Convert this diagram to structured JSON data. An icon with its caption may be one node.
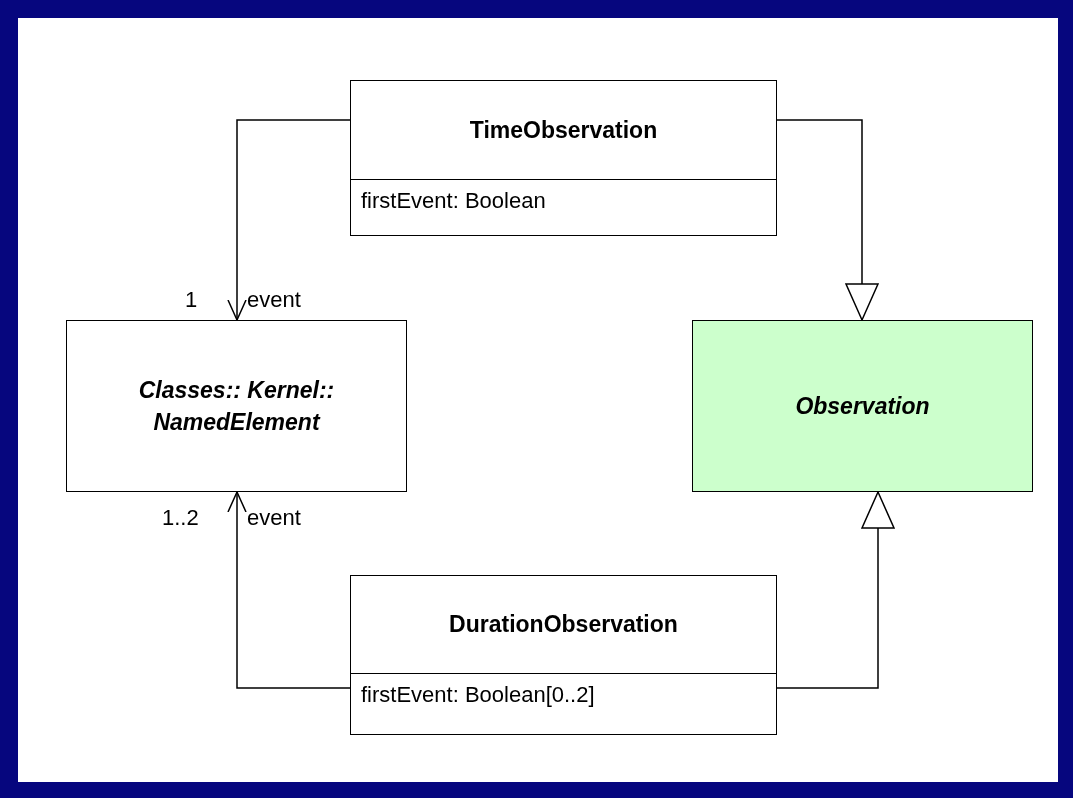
{
  "diagram": {
    "nodes": [
      {
        "text": [
          "TimeObservation",
          "firstEvent: Boolean"
        ]
      },
      {
        "text": [
          "Classes:: Kernel:: NamedElement"
        ]
      },
      {
        "text": [
          "Observation"
        ]
      },
      {
        "text": [
          "DurationObservation",
          "firstEvent: Boolean[0..2]"
        ]
      }
    ],
    "edges": [
      {
        "from": 0,
        "to": 1,
        "arrow": "to",
        "label": "event"
      },
      {
        "from": 0,
        "to": 2,
        "arrow": "to"
      },
      {
        "from": 3,
        "to": 1,
        "arrow": "to",
        "label": "event"
      },
      {
        "from": 3,
        "to": 2,
        "arrow": "to"
      }
    ],
    "labels": [
      "1",
      "1..2"
    ]
  }
}
